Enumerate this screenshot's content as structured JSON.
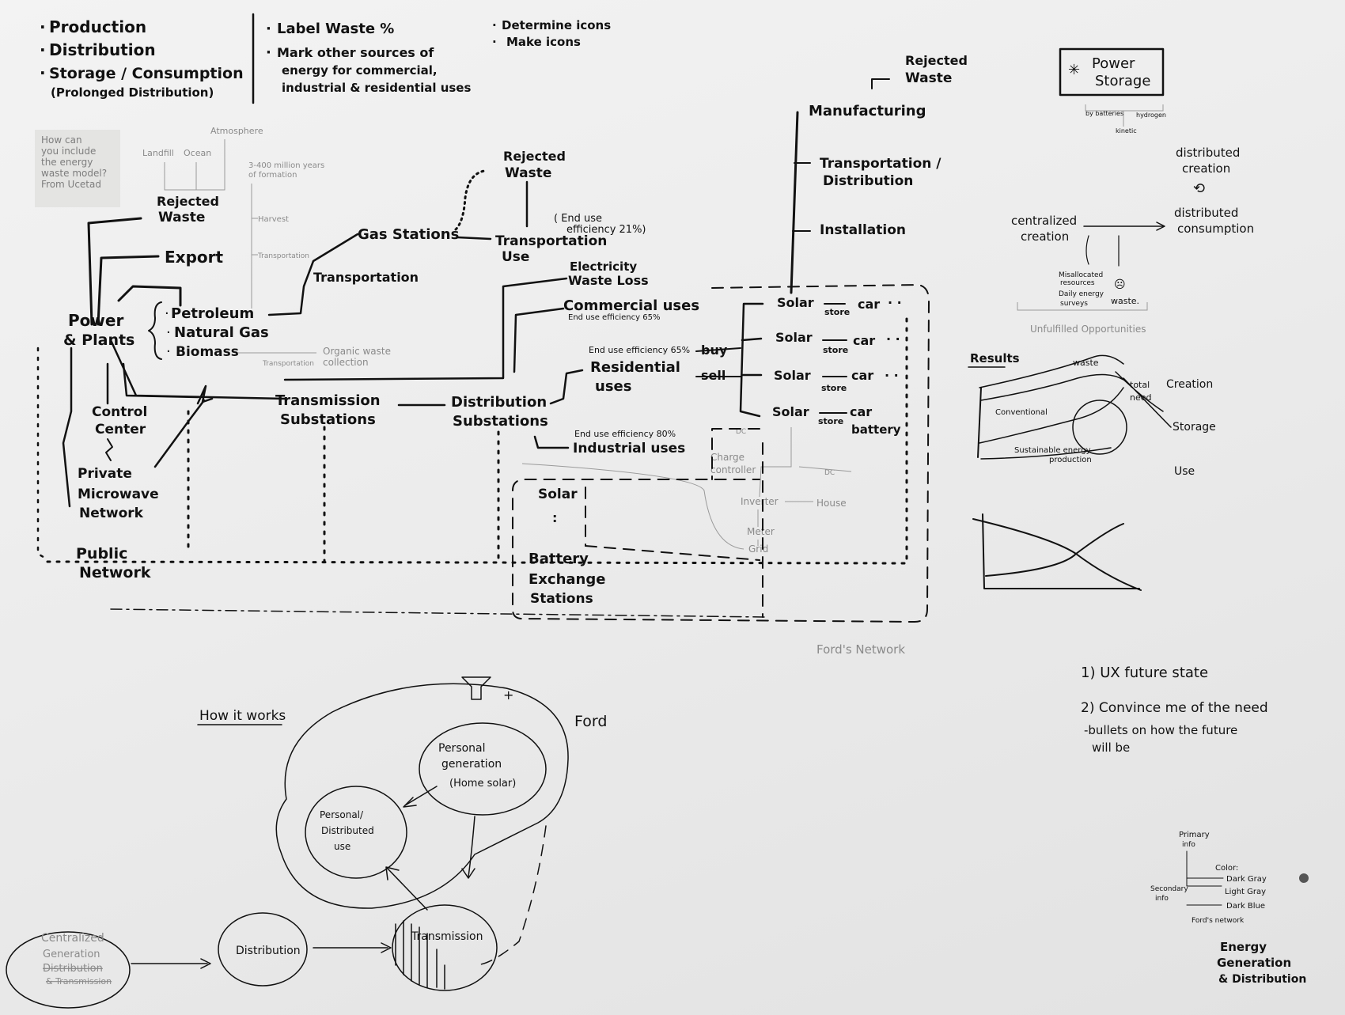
{
  "notes": {
    "stages": [
      "Production",
      "Distribution",
      "Storage / Consumption",
      "(Prolonged Distribution)"
    ],
    "todo_left": [
      "Label Waste %",
      "Mark other sources of",
      "energy for commercial,",
      "industrial & residential uses"
    ],
    "todo_right": [
      "Determine icons",
      "Make icons"
    ],
    "sticky": [
      "How can",
      "you include",
      "the energy",
      "waste model?",
      "From Ucetad"
    ]
  },
  "production": {
    "top": [
      "Atmosphere",
      "Landfill",
      "Ocean",
      "Rejected",
      "Waste",
      "3-400 million years",
      "of formation",
      "Harvest",
      "Transportation"
    ],
    "power_plants": [
      "Power",
      "& Plants"
    ],
    "export": "Export",
    "fuels": [
      "Petroleum",
      "Natural Gas",
      "Biomass"
    ],
    "biomass_note": [
      "Organic waste",
      "collection",
      "Transportation"
    ],
    "control": [
      "Control",
      "Center"
    ],
    "private_network": [
      "Private",
      "Microwave",
      "Network"
    ],
    "public_network": [
      "Public",
      "Network"
    ]
  },
  "distribution": {
    "gas_stations": "Gas Stations",
    "transportation": "Transportation",
    "rejected_waste": [
      "Rejected",
      "Waste"
    ],
    "transportation_use": [
      "Transportation",
      "Use"
    ],
    "end_use_21": [
      "( End use",
      "efficiency 21%)"
    ],
    "electricity_waste": [
      "Electricity",
      "Waste Loss"
    ],
    "commercial": "Commercial uses",
    "end_use_65": "End use efficiency 65%",
    "residential": [
      "Residential",
      "uses"
    ],
    "end_use_65b": "End use efficiency 65%",
    "industrial": "Industrial uses",
    "end_use_80": "End use efficiency 80%",
    "transmission": [
      "Transmission",
      "Substations"
    ],
    "distribution_sub": [
      "Distribution",
      "Substations"
    ],
    "buy": "buy",
    "sell": "sell"
  },
  "ford": {
    "manufacturing": "Manufacturing",
    "rejected_waste": [
      "Rejected",
      "Waste"
    ],
    "transport_dist": [
      "Transportation /",
      "Distribution"
    ],
    "installation": "Installation",
    "solar": "Solar",
    "store": "store",
    "car": "car",
    "battery": "battery",
    "dc": "DC",
    "charge_controller": [
      "Charge",
      "controller"
    ],
    "inverter": "Inverter",
    "house": "House",
    "meter": "Meter",
    "grid": "Grid",
    "solar_station": "Solar",
    "battery_exchange": [
      "Battery",
      "Exchange",
      "Stations"
    ],
    "network_label": "Ford's Network"
  },
  "right_panel": {
    "power_storage": [
      "Power",
      "Storage"
    ],
    "ps_sub": [
      "by batteries",
      "hydrogen",
      "kinetic"
    ],
    "distributed_creation": [
      "distributed",
      "creation"
    ],
    "centralized_creation": [
      "centralized",
      "creation"
    ],
    "distributed_consumption": [
      "distributed",
      "consumption"
    ],
    "misallocated": [
      "Misallocated",
      "resources"
    ],
    "daily_energy": [
      "Daily energy",
      "surveys"
    ],
    "waste": "waste.",
    "unfulfilled": "Unfulfilled Opportunities",
    "results": "Results",
    "graph_labels": [
      "waste",
      "total",
      "need",
      "Conventional",
      "Sustainable energy",
      "production"
    ],
    "legend_right": [
      "Creation",
      "Storage",
      "Use"
    ]
  },
  "bottom": {
    "how_it_works": "How it works",
    "ford": "Ford",
    "personal_generation": [
      "Personal",
      "generation",
      "(Home solar)"
    ],
    "personal_use": [
      "Personal/",
      "Distributed",
      "use"
    ],
    "centralized": [
      "Centralized",
      "Generation",
      "Distribution",
      "& Transmission"
    ],
    "distribution": "Distribution",
    "transmission": "Transmission",
    "ux_notes": [
      "1) UX future state",
      "2) Convince me of the need",
      "-bullets on how the future",
      "will be"
    ],
    "style_key": [
      "Primary",
      "info",
      "Color:",
      "Dark Gray",
      "Secondary",
      "info",
      "Light Gray",
      "Dark Blue",
      "Ford's network"
    ],
    "corner_title": [
      "Energy",
      "Generation",
      "& Distribution"
    ]
  }
}
